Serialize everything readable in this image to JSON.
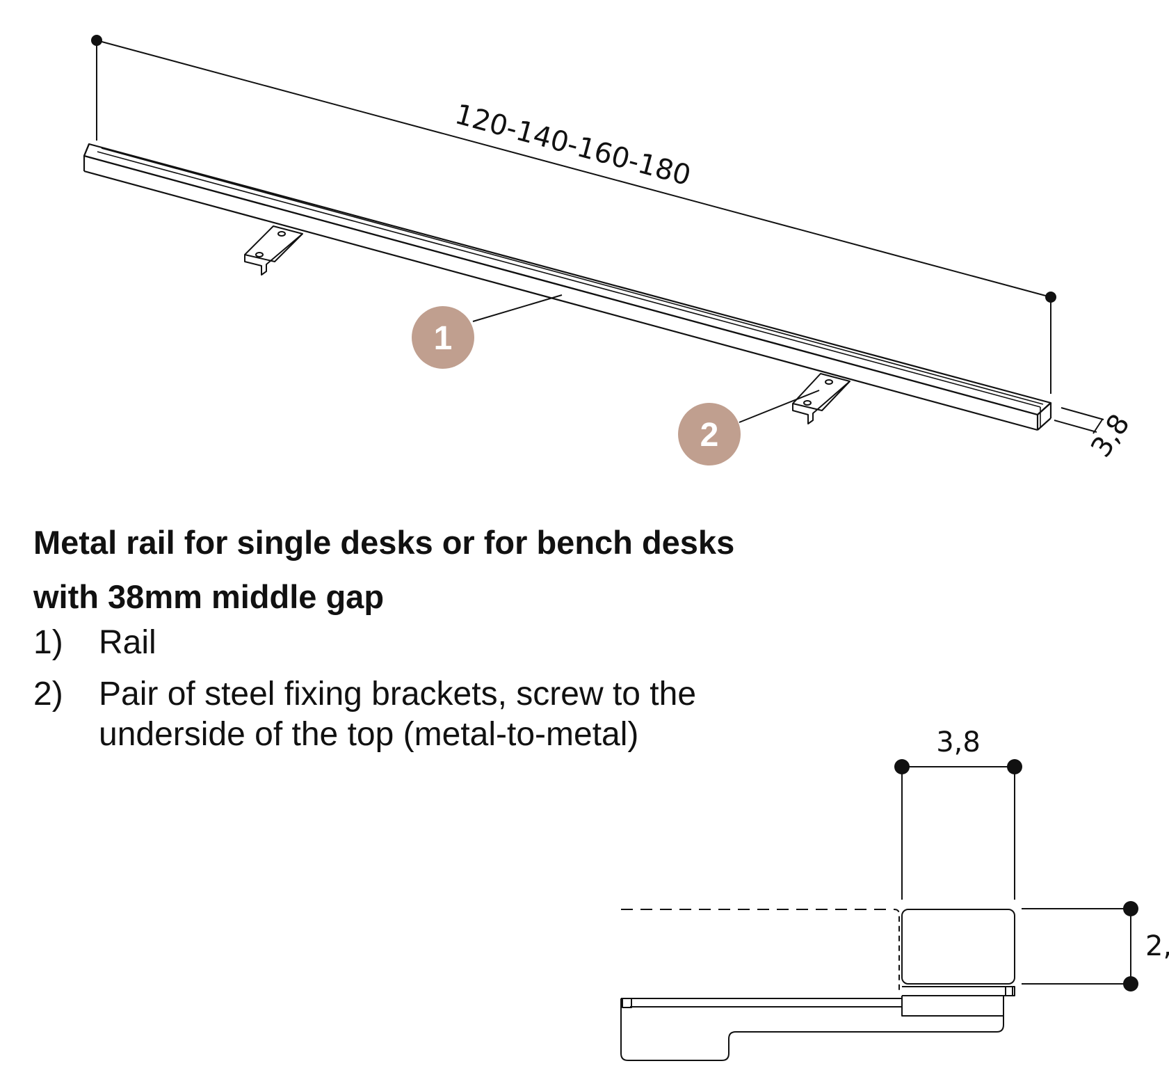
{
  "dimensions": {
    "length": "120-140-160-180",
    "rail_depth_iso": "3,8",
    "section_width": "3,8",
    "section_height": "2,"
  },
  "callouts": [
    "1",
    "2"
  ],
  "description": {
    "title_line1": "Metal rail for single desks or for bench desks",
    "title_line2": "with 38mm middle gap",
    "items": [
      {
        "num": "1)",
        "text": "Rail"
      },
      {
        "num": "2)",
        "text": "Pair of steel fixing brackets, screw to the underside of the top (metal-to-metal)"
      }
    ]
  },
  "colors": {
    "callout": "#c09f8f",
    "line": "#111111"
  }
}
